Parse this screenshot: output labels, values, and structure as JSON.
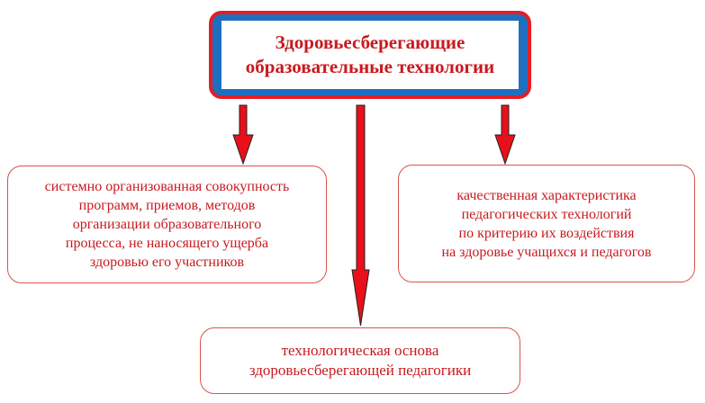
{
  "diagram": {
    "title": "Здоровьесберегающие\nобразовательные технологии",
    "nodes": {
      "left": "системно организованная совокупность\nпрограмм, приемов, методов\nорганизации образовательного\nпроцесса, не наносящего ущерба\nздоровью его участников",
      "right": "качественная характеристика\nпедагогических технологий\nпо критерию их воздействия\nна здоровье учащихся и педагогов",
      "bottom": "технологическая основа\nздоровьесберегающей педагогики"
    },
    "colors": {
      "accent_red": "#e31e24",
      "text_red": "#c8191f",
      "title_band_blue": "#1f6fc0",
      "arrow_fill": "#e8101a"
    }
  }
}
